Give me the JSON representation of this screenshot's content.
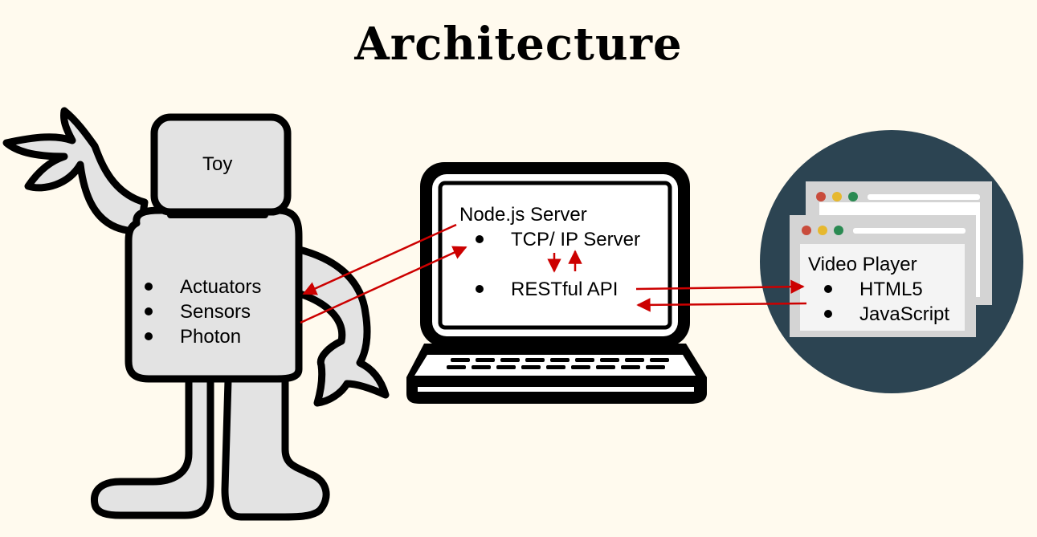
{
  "title": "Architecture",
  "toy": {
    "label": "Toy",
    "items": [
      "Actuators",
      "Sensors",
      "Photon"
    ]
  },
  "server": {
    "label": "Node.js Server",
    "items": [
      "TCP/ IP Server",
      "RESTful API"
    ]
  },
  "player": {
    "label": "Video Player",
    "items": [
      "HTML5",
      "JavaScript"
    ]
  },
  "colors": {
    "background": "#fffaee",
    "arrow": "#cc0000",
    "robot_fill": "#e3e3e3",
    "globe": "#2c4452"
  },
  "icons": [
    "robot-icon",
    "laptop-icon",
    "browser-windows-icon"
  ]
}
